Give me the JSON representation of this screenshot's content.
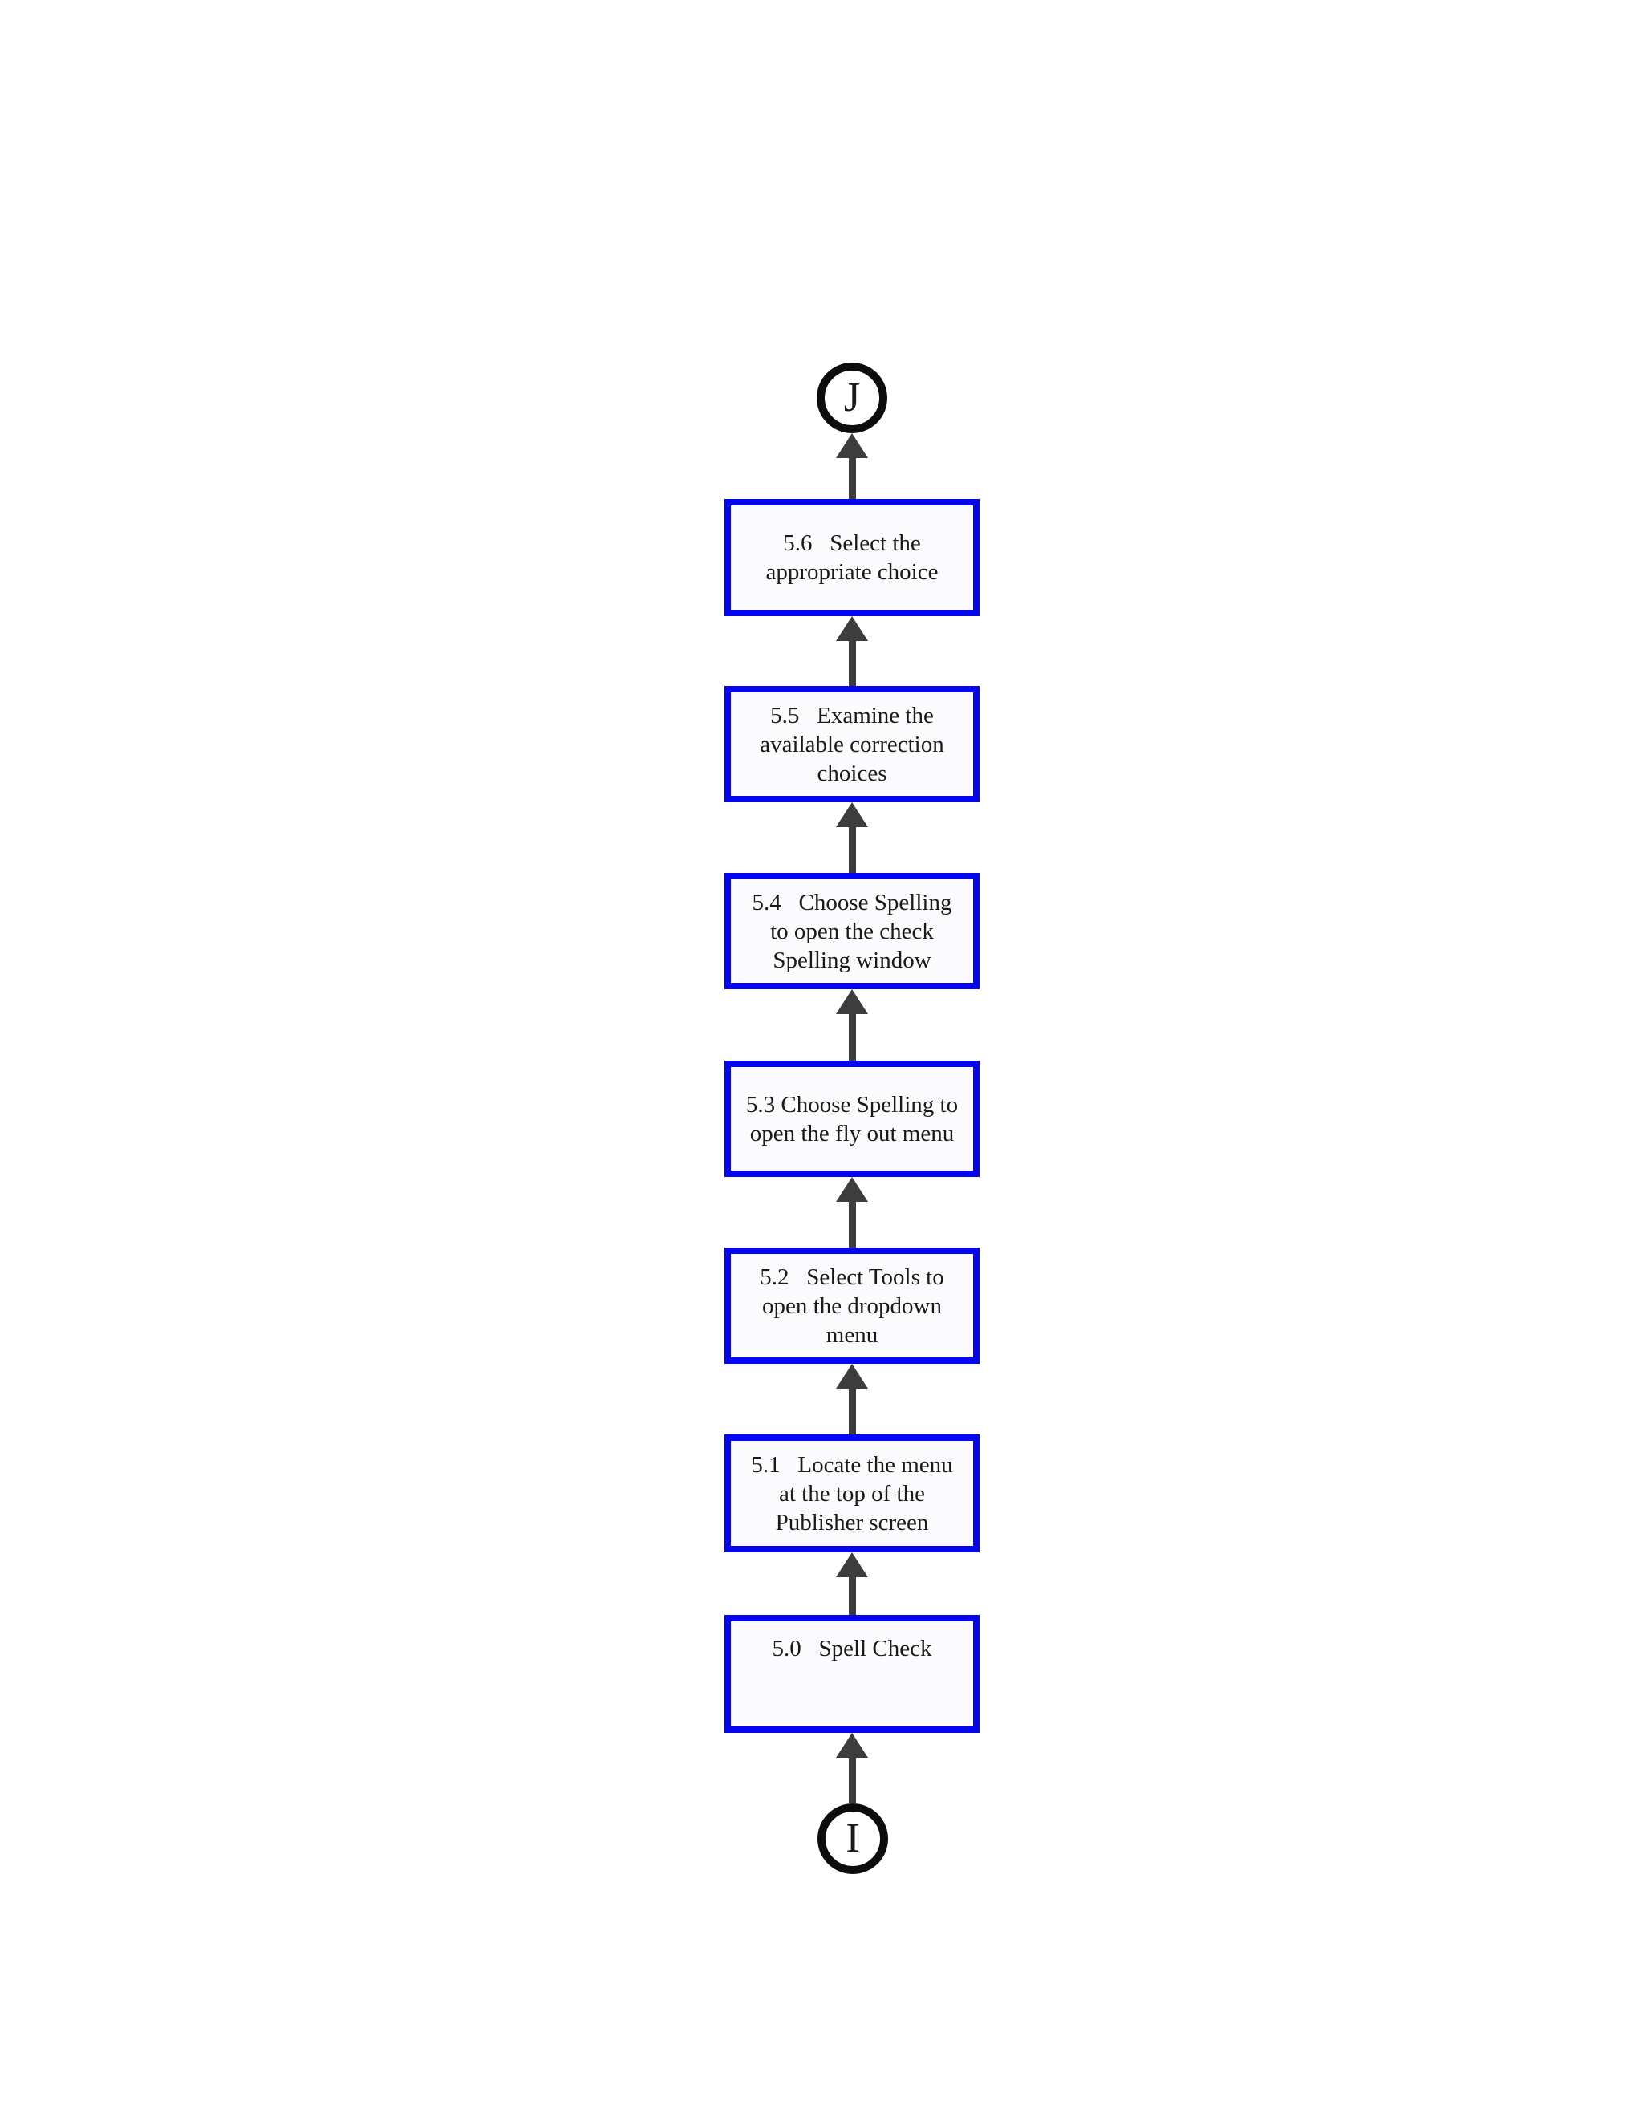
{
  "page": {
    "background_color": "#ffffff"
  },
  "flowchart": {
    "direction": "bottom-to-top",
    "accent_color": "#0505f2",
    "arrow_color": "#3d3d3d",
    "terminal_border_color": "#0d0d0d",
    "text_color": "#1a1a1a",
    "box_fill_color": "#fbfbfd",
    "terminal_end": {
      "label": "J"
    },
    "terminal_start": {
      "label": "I"
    },
    "steps": [
      {
        "id": "5.6",
        "text": "5.6   Select the appropriate choice"
      },
      {
        "id": "5.5",
        "text": "5.5   Examine the available correction choices"
      },
      {
        "id": "5.4",
        "text": "5.4   Choose Spelling to open the check Spelling window"
      },
      {
        "id": "5.3",
        "text": "5.3 Choose Spelling to open the fly out menu"
      },
      {
        "id": "5.2",
        "text": "5.2   Select Tools to open the dropdown menu"
      },
      {
        "id": "5.1",
        "text": "5.1   Locate the menu at the top of the Publisher screen"
      },
      {
        "id": "5.0",
        "text": "5.0   Spell Check"
      }
    ]
  }
}
